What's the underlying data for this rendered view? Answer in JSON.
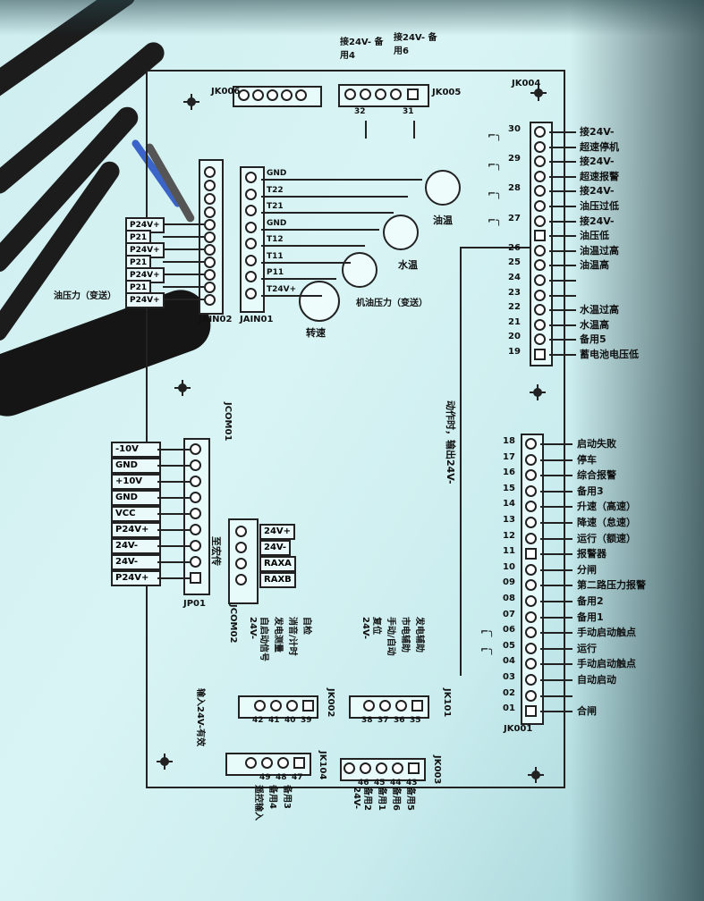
{
  "board": {
    "id_jk005": "JK005",
    "id_jk006": "JK006",
    "id_jk004": "JK004",
    "id_jk001": "JK001",
    "id_jk003": "JK003",
    "id_jk002": "JK002",
    "id_jk101": "JK101",
    "id_jk104": "JK104",
    "id_jp01": "JP01",
    "id_jcom02": "JCOM02",
    "id_jcom01": "JCOM01",
    "id_jain01": "JAIN01",
    "id_jain02": "JAIN02"
  },
  "top_labels": {
    "left": "接24V- 备用4",
    "right": "接24V- 备用6",
    "pin31": "31",
    "pin32": "32"
  },
  "jk004_labels": [
    {
      "num": "30",
      "text": "接24V-"
    },
    {
      "num": "",
      "text": "超速停机"
    },
    {
      "num": "29",
      "text": "接24V-"
    },
    {
      "num": "",
      "text": "超速报警"
    },
    {
      "num": "28",
      "text": "接24V-"
    },
    {
      "num": "",
      "text": "油压过低"
    },
    {
      "num": "27",
      "text": "接24V-"
    },
    {
      "num": "",
      "text": "油压低"
    },
    {
      "num": "26",
      "text": "油温过高"
    },
    {
      "num": "25",
      "text": "油温高"
    },
    {
      "num": "24",
      "text": ""
    },
    {
      "num": "23",
      "text": ""
    },
    {
      "num": "22",
      "text": "水温过高"
    },
    {
      "num": "21",
      "text": "水温高"
    },
    {
      "num": "20",
      "text": "备用5"
    },
    {
      "num": "19",
      "text": "蓄电池电压低"
    }
  ],
  "jk001_labels": [
    {
      "num": "18",
      "text": "启动失败"
    },
    {
      "num": "17",
      "text": "停车"
    },
    {
      "num": "16",
      "text": "综合报警"
    },
    {
      "num": "15",
      "text": "备用3"
    },
    {
      "num": "14",
      "text": "升速（高速）"
    },
    {
      "num": "13",
      "text": "降速（怠速）"
    },
    {
      "num": "12",
      "text": "运行（额速）"
    },
    {
      "num": "11",
      "text": "报警器"
    },
    {
      "num": "10",
      "text": "分闸"
    },
    {
      "num": "09",
      "text": "第二路压力报警"
    },
    {
      "num": "08",
      "text": "备用2"
    },
    {
      "num": "07",
      "text": "备用1"
    },
    {
      "num": "06",
      "text": "手动启动触点"
    },
    {
      "num": "05",
      "text": "运行"
    },
    {
      "num": "04",
      "text": "手动启动触点"
    },
    {
      "num": "03",
      "text": "自动启动"
    },
    {
      "num": "02",
      "text": ""
    },
    {
      "num": "01",
      "text": "合闸"
    }
  ],
  "middle_note": "动作时，输出24V-",
  "jain01_labels": [
    "GND",
    "T22",
    "T21",
    "GND",
    "T12",
    "T11",
    "P11",
    "T24V+"
  ],
  "sensors": {
    "oil_temp": "油温",
    "water_temp": "水温",
    "oil_pressure": "机油压力（变送）",
    "speed": "转速"
  },
  "jain02_labels": [
    "P24V+",
    "P21",
    "P24V+",
    "P21",
    "P24V+",
    "P21",
    "P24V+"
  ],
  "jain02_note": "油压力（变送）",
  "jp01_labels": [
    "-10V",
    "GND",
    "+10V",
    "GND",
    "VCC",
    "P24V+",
    "24V-",
    "24V-",
    "P24V+"
  ],
  "jcom02_labels": [
    "24V+",
    "24V-",
    "RAXA",
    "RAXB"
  ],
  "jcom02_side": "至宏传",
  "jk002": {
    "nums": [
      "39",
      "40",
      "41",
      "42"
    ],
    "lines": [
      "自检",
      "消音/计时",
      "发电测量",
      "自启动信号",
      "24V-"
    ],
    "note": "输入24V-有效"
  },
  "jk101": {
    "nums": [
      "35",
      "36",
      "37",
      "38"
    ],
    "lines": [
      "发电辅助",
      "市电辅助",
      "手动/自动",
      "复位",
      "24V-"
    ]
  },
  "jk104": {
    "nums": [
      "47",
      "48",
      "49"
    ],
    "lines": [
      "备用3",
      "备用4",
      "遥控输入"
    ]
  },
  "jk003": {
    "nums": [
      "43",
      "44",
      "45",
      "46"
    ],
    "lines": [
      "备用5",
      "备用6",
      "备用1",
      "备用2",
      "24V-"
    ]
  }
}
